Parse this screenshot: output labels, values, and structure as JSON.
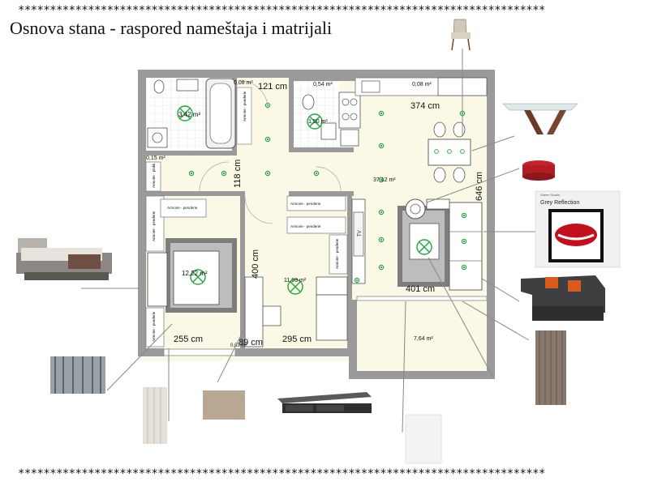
{
  "header": {
    "stars_top": "***********************************************************************************",
    "title": "Osnova stana - raspored nameštaja i matrijali",
    "stars_bottom": "***********************************************************************************"
  },
  "rooms": {
    "bathroom_area": "3,42 m²",
    "small_area_1": "0,08 m²",
    "small_area_2": "0,54 m²",
    "small_area_3": "0,08 m²",
    "wc_area": "1,50 m²",
    "small_area_4": "0,15 m²",
    "living_area": "37,12 m²",
    "bedroom_area": "12,22 m²",
    "room2_area": "11,93 m²",
    "terrace_area": "7,64 m²",
    "small_area_5": "0,03 m²"
  },
  "dimensions": {
    "d121": "121 cm",
    "d374": "374 cm",
    "d118": "118 cm",
    "d646": "646 cm",
    "d400": "400 cm",
    "d401": "401 cm",
    "d255": "255 cm",
    "d89": "89 cm",
    "d295": "295 cm"
  },
  "furniture_labels": {
    "wardrobe_a": "Armoire - penderie",
    "wardrobe_b": "Armoire - penderie",
    "wardrobe_c": "Armoire - penderie",
    "wardrobe_bed": "Armoire - penderie",
    "wardrobe_vertical_1": "Armoire - penderie",
    "wardrobe_vertical_2": "Armoire - penderie",
    "wardrobe_vertical_3": "Armoire - penderie",
    "closet_small": "Armoire - plakk",
    "tv_label": "TV"
  },
  "samples": {
    "art_brand": "Grey Reflection",
    "art_small": "Sheen Studio"
  },
  "colors": {
    "wall": "#9a9a9a",
    "floor": "#fbf8e6",
    "tile": "#ffffff",
    "light_fixture": "#2db84b",
    "rug": "#7d7d7d"
  },
  "icons": [
    "chair-icon",
    "glass-table-icon",
    "red-pouf-icon",
    "art-print-icon",
    "sofa-icon",
    "curtain-icon",
    "bed-icon",
    "fabric-swatch-icon",
    "tv-unit-icon",
    "rug-icon"
  ]
}
